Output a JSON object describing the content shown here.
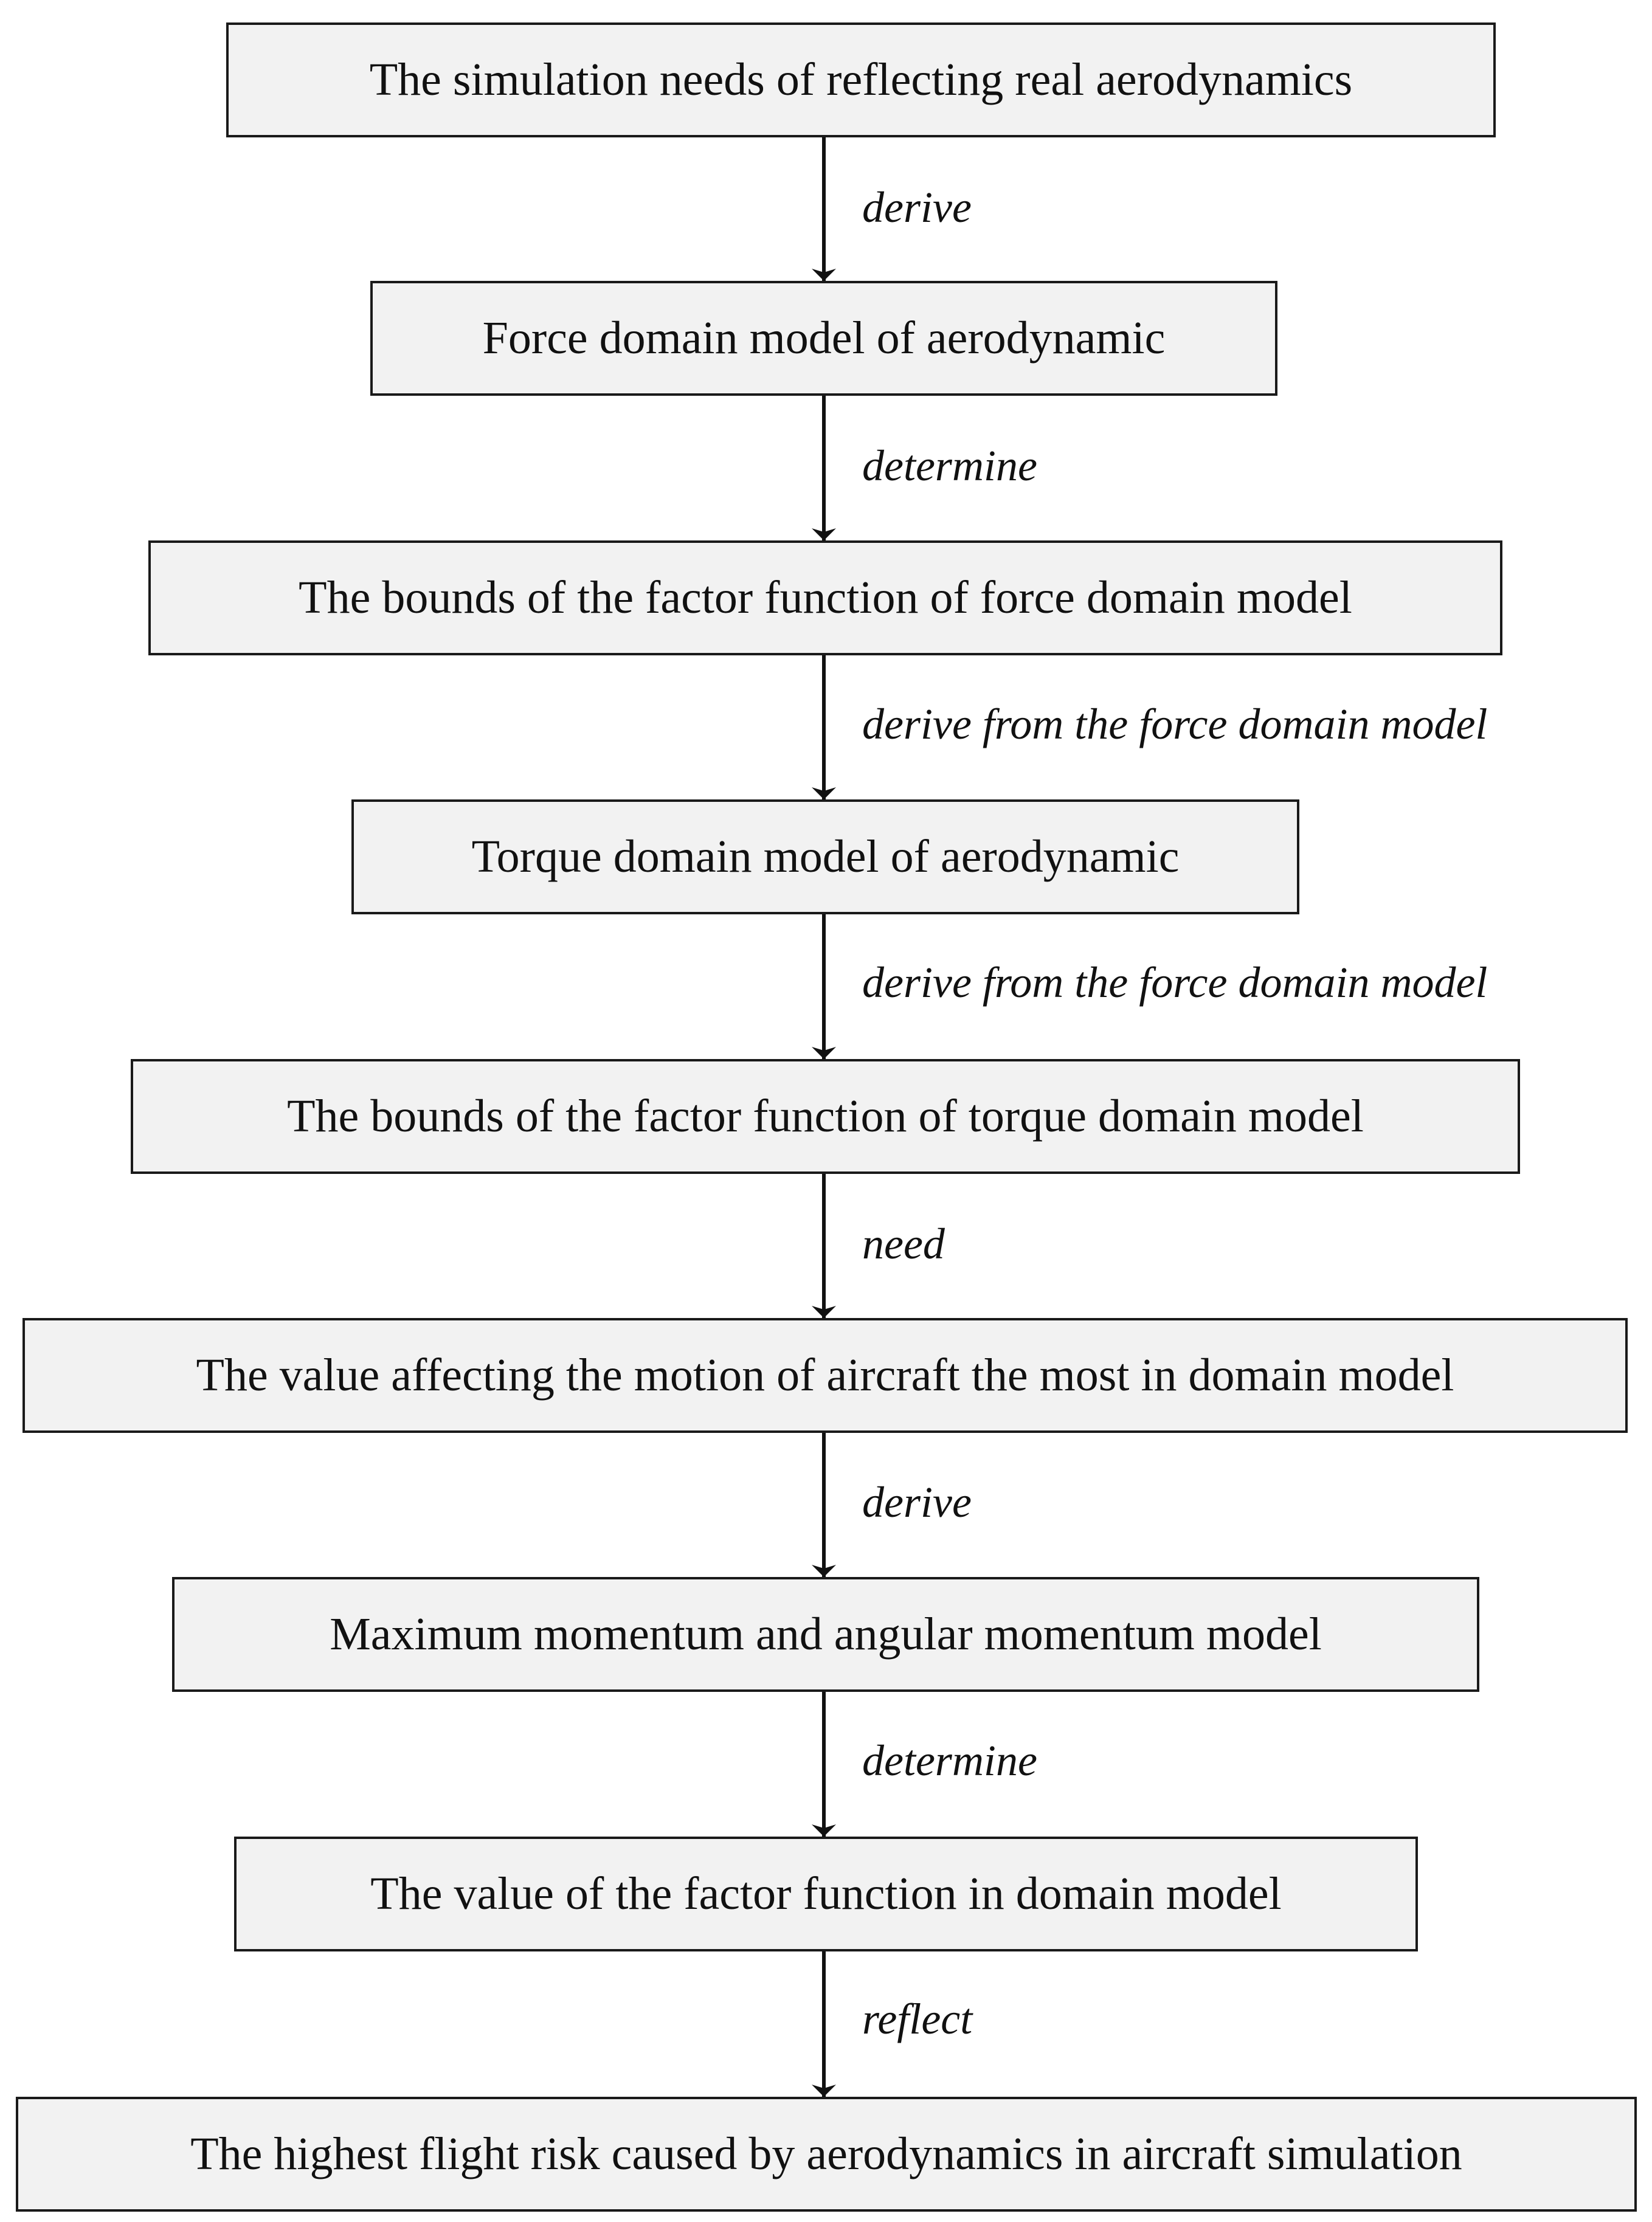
{
  "nodes": [
    {
      "id": "n1",
      "text": "The simulation needs of reflecting real aerodynamics"
    },
    {
      "id": "n2",
      "text": "Force domain model of aerodynamic"
    },
    {
      "id": "n3",
      "text": "The bounds of the factor function of force domain model"
    },
    {
      "id": "n4",
      "text": "Torque domain model of aerodynamic"
    },
    {
      "id": "n5",
      "text": "The bounds of the factor function of torque domain model"
    },
    {
      "id": "n6",
      "text": "The value affecting the motion of aircraft the most in domain model"
    },
    {
      "id": "n7",
      "text": "Maximum momentum and angular momentum model"
    },
    {
      "id": "n8",
      "text": "The value of the factor function in domain model"
    },
    {
      "id": "n9",
      "text": "The highest flight risk caused by aerodynamics in aircraft simulation"
    }
  ],
  "edges": [
    {
      "from": "n1",
      "to": "n2",
      "label": "derive"
    },
    {
      "from": "n2",
      "to": "n3",
      "label": "determine"
    },
    {
      "from": "n3",
      "to": "n4",
      "label": "derive from the force domain model"
    },
    {
      "from": "n4",
      "to": "n5",
      "label": "derive from the force domain model"
    },
    {
      "from": "n5",
      "to": "n6",
      "label": "need"
    },
    {
      "from": "n6",
      "to": "n7",
      "label": "derive"
    },
    {
      "from": "n7",
      "to": "n8",
      "label": "determine"
    },
    {
      "from": "n8",
      "to": "n9",
      "label": "reflect"
    }
  ],
  "colors": {
    "box_fill": "#f2f2f2",
    "box_border": "#1a1a1a",
    "arrow": "#111111",
    "text": "#111111"
  }
}
